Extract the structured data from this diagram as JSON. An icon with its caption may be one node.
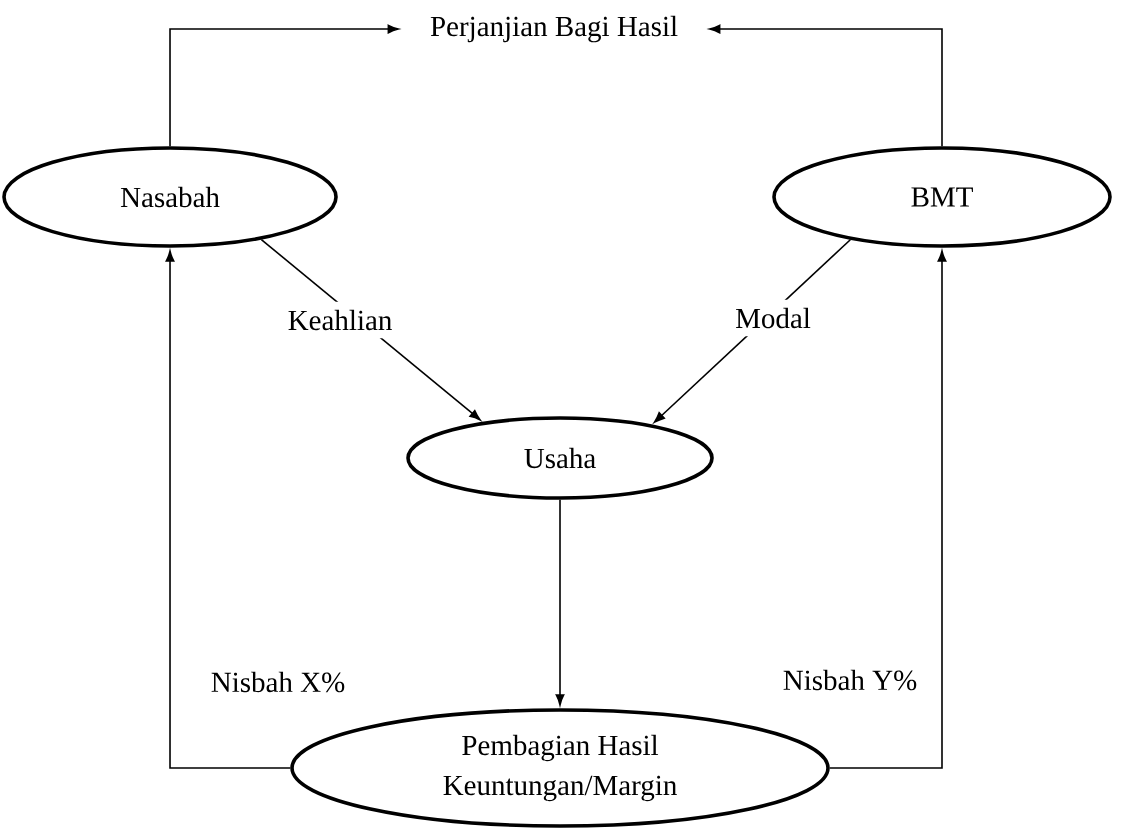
{
  "diagram": {
    "nodes": [
      {
        "text": [
          "Perjanjian Bagi Hasil"
        ]
      },
      {
        "text": [
          "Nasabah"
        ]
      },
      {
        "text": [
          "BMT"
        ]
      },
      {
        "text": [
          "Usaha"
        ]
      },
      {
        "text": [
          "Pembagian Hasil Keuntungan/Margin"
        ]
      }
    ],
    "edges": [
      {
        "from": 1,
        "to": 0,
        "arrow": "to"
      },
      {
        "from": 2,
        "to": 0,
        "arrow": "to"
      },
      {
        "from": 1,
        "to": 3,
        "arrow": "to",
        "label": "Keahlian"
      },
      {
        "from": 2,
        "to": 3,
        "arrow": "to",
        "label": "Modal"
      },
      {
        "from": 3,
        "to": 4,
        "arrow": "to"
      },
      {
        "from": 4,
        "to": 1,
        "arrow": "to",
        "label": "Nisbah X%"
      },
      {
        "from": 4,
        "to": 2,
        "arrow": "to",
        "label": "Nisbah Y%"
      }
    ]
  }
}
